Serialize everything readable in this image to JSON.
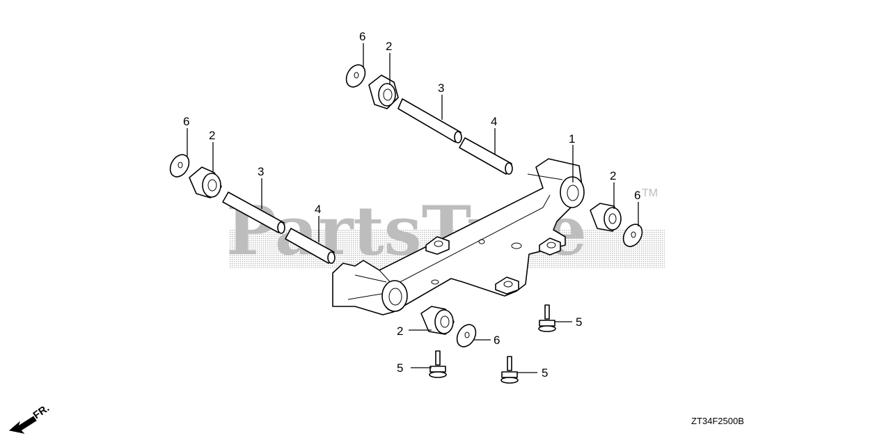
{
  "watermark": {
    "text": "PartsTree",
    "trademark": "TM"
  },
  "drawing_code": "ZT34F2500B",
  "front_indicator": "FR.",
  "callouts": [
    {
      "id": "c1",
      "label": "1"
    },
    {
      "id": "c2a",
      "label": "2"
    },
    {
      "id": "c2b",
      "label": "2"
    },
    {
      "id": "c2c",
      "label": "2"
    },
    {
      "id": "c2d",
      "label": "2"
    },
    {
      "id": "c3a",
      "label": "3"
    },
    {
      "id": "c3b",
      "label": "3"
    },
    {
      "id": "c4a",
      "label": "4"
    },
    {
      "id": "c4b",
      "label": "4"
    },
    {
      "id": "c5a",
      "label": "5"
    },
    {
      "id": "c5b",
      "label": "5"
    },
    {
      "id": "c5c",
      "label": "5"
    },
    {
      "id": "c6a",
      "label": "6"
    },
    {
      "id": "c6b",
      "label": "6"
    },
    {
      "id": "c6c",
      "label": "6"
    },
    {
      "id": "c6d",
      "label": "6"
    }
  ]
}
